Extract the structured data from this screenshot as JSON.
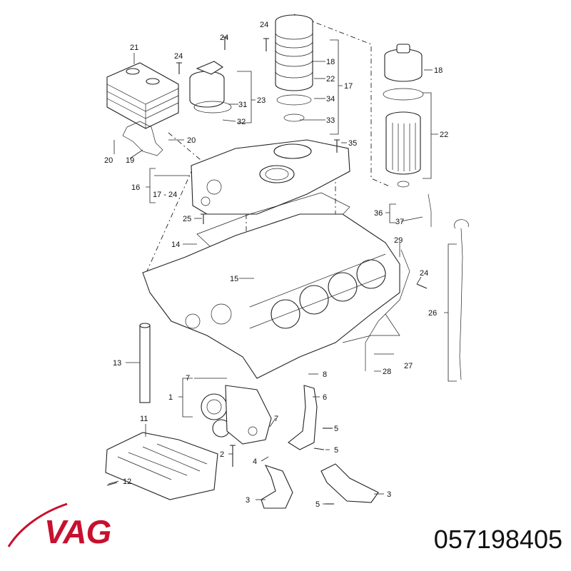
{
  "diagram": {
    "callouts": {
      "c1": "1",
      "c2": "2",
      "c3a": "3",
      "c3b": "3",
      "c4": "4",
      "c5a": "5",
      "c5b": "5",
      "c5c": "5",
      "c6": "6",
      "c7a": "7",
      "c7b": "7",
      "c8": "8",
      "c11": "11",
      "c12": "12",
      "c13": "13",
      "c14": "14",
      "c15": "15",
      "c16": "16",
      "c17a": "17 - 24",
      "c17b": "17",
      "c18a": "18",
      "c18b": "18",
      "c19": "19",
      "c20a": "20",
      "c20b": "20",
      "c21": "21",
      "c22a": "22",
      "c22b": "22",
      "c23": "23",
      "c24a": "24",
      "c24b": "24",
      "c24c": "24",
      "c24d": "24",
      "c25": "25",
      "c26": "26",
      "c27": "27",
      "c28": "28",
      "c29": "29",
      "c31": "31",
      "c32": "32",
      "c33": "33",
      "c34": "34",
      "c35": "35",
      "c36": "36",
      "c37": "37"
    }
  },
  "brand": {
    "logo_text": "VAG",
    "logo_color": "#c8102e"
  },
  "part_number": "057198405"
}
